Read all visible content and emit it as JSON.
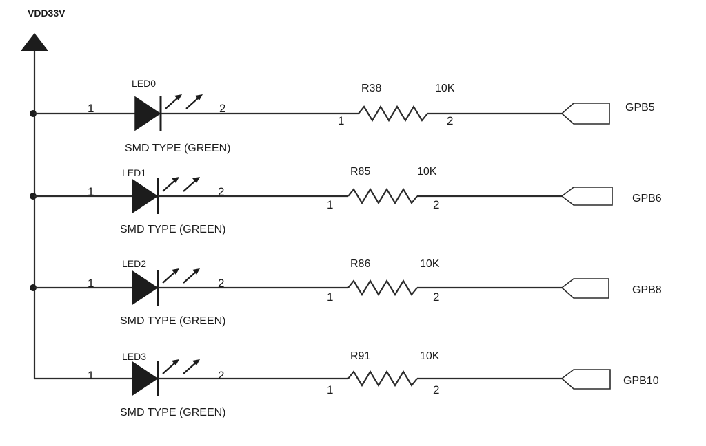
{
  "power": {
    "label": "VDD33V"
  },
  "channels": [
    {
      "led": {
        "ref": "LED0",
        "type": "SMD TYPE (GREEN)",
        "pin1": "1",
        "pin2": "2"
      },
      "resistor": {
        "ref": "R38",
        "value": "10K",
        "pin1": "1",
        "pin2": "2"
      },
      "net": "GPB5"
    },
    {
      "led": {
        "ref": "LED1",
        "type": "SMD TYPE (GREEN)",
        "pin1": "1",
        "pin2": "2"
      },
      "resistor": {
        "ref": "R85",
        "value": "10K",
        "pin1": "1",
        "pin2": "2"
      },
      "net": "GPB6"
    },
    {
      "led": {
        "ref": "LED2",
        "type": "SMD TYPE (GREEN)",
        "pin1": "1",
        "pin2": "2"
      },
      "resistor": {
        "ref": "R86",
        "value": "10K",
        "pin1": "1",
        "pin2": "2"
      },
      "net": "GPB8"
    },
    {
      "led": {
        "ref": "LED3",
        "type": "SMD TYPE (GREEN)",
        "pin1": "1",
        "pin2": "2"
      },
      "resistor": {
        "ref": "R91",
        "value": "10K",
        "pin1": "1",
        "pin2": "2"
      },
      "net": "GPB10"
    }
  ]
}
